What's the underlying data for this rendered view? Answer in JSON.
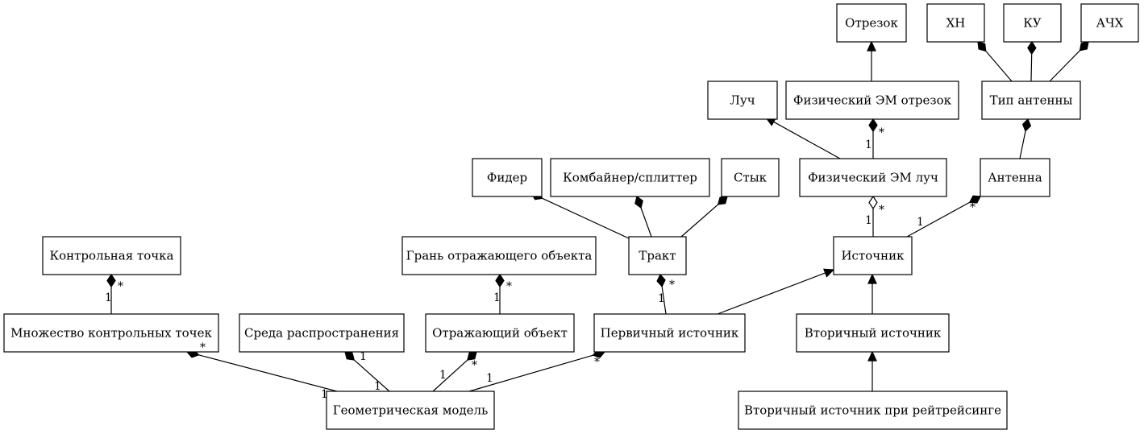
{
  "nodes": [
    {
      "id": "otrezok",
      "label": "Отрезок"
    },
    {
      "id": "xh",
      "label": "ХН"
    },
    {
      "id": "ku",
      "label": "КУ"
    },
    {
      "id": "ach",
      "label": "АЧХ"
    },
    {
      "id": "luch",
      "label": "Луч"
    },
    {
      "id": "fiz_otrezok",
      "label": "Физический ЭМ отрезок"
    },
    {
      "id": "tip_antenny",
      "label": "Тип антенны"
    },
    {
      "id": "fider",
      "label": "Фидер"
    },
    {
      "id": "kombainer",
      "label": "Комбайнер/сплиттер"
    },
    {
      "id": "styk",
      "label": "Стык"
    },
    {
      "id": "fiz_luch",
      "label": "Физический ЭМ луч"
    },
    {
      "id": "antenna",
      "label": "Антенна"
    },
    {
      "id": "kontr_tochka",
      "label": "Контрольная точка"
    },
    {
      "id": "gran",
      "label": "Грань отражающего объекта"
    },
    {
      "id": "trakt",
      "label": "Тракт"
    },
    {
      "id": "istochnik",
      "label": "Источник"
    },
    {
      "id": "mnozh_tochek",
      "label": "Множество контрольных точек"
    },
    {
      "id": "sreda",
      "label": "Среда распространения"
    },
    {
      "id": "otr_obekt",
      "label": "Отражающий объект"
    },
    {
      "id": "perv_istochnik",
      "label": "Первичный источник"
    },
    {
      "id": "vtor_istochnik",
      "label": "Вторичный источник"
    },
    {
      "id": "geom_model",
      "label": "Геометрическая модель"
    },
    {
      "id": "vtor_rt",
      "label": "Вторичный источник при рейтрейсинге"
    }
  ],
  "edges": [
    {
      "id": "e1",
      "from": "fiz_otrezok",
      "to": "otrezok",
      "type": "generalization"
    },
    {
      "id": "e2",
      "from": "tip_antenny",
      "to": "xh",
      "type": "composition"
    },
    {
      "id": "e3",
      "from": "tip_antenny",
      "to": "ku",
      "type": "composition"
    },
    {
      "id": "e4",
      "from": "tip_antenny",
      "to": "ach",
      "type": "composition"
    },
    {
      "id": "e5",
      "from": "fiz_luch",
      "to": "luch",
      "type": "generalization"
    },
    {
      "id": "e6",
      "from": "fiz_luch",
      "to": "fiz_otrezok",
      "type": "composition",
      "src_mult": "1",
      "dst_mult": "*"
    },
    {
      "id": "e7",
      "from": "antenna",
      "to": "tip_antenny",
      "type": "composition"
    },
    {
      "id": "e8",
      "from": "trakt",
      "to": "fider",
      "type": "composition"
    },
    {
      "id": "e9",
      "from": "trakt",
      "to": "kombainer",
      "type": "composition"
    },
    {
      "id": "e10",
      "from": "trakt",
      "to": "styk",
      "type": "composition"
    },
    {
      "id": "e11",
      "from": "istochnik",
      "to": "fiz_luch",
      "type": "aggregation",
      "src_mult": "1",
      "dst_mult": "*"
    },
    {
      "id": "e12",
      "from": "istochnik",
      "to": "antenna",
      "type": "composition",
      "src_mult": "1",
      "dst_mult": "*"
    },
    {
      "id": "e13",
      "from": "mnozh_tochek",
      "to": "kontr_tochka",
      "type": "composition",
      "src_mult": "1",
      "dst_mult": "*"
    },
    {
      "id": "e14",
      "from": "otr_obekt",
      "to": "gran",
      "type": "composition",
      "src_mult": "1",
      "dst_mult": "*"
    },
    {
      "id": "e15",
      "from": "perv_istochnik",
      "to": "trakt",
      "type": "composition",
      "src_mult": "1",
      "dst_mult": "*"
    },
    {
      "id": "e16",
      "from": "perv_istochnik",
      "to": "istochnik",
      "type": "generalization"
    },
    {
      "id": "e17",
      "from": "vtor_istochnik",
      "to": "istochnik",
      "type": "generalization"
    },
    {
      "id": "e18",
      "from": "vtor_rt",
      "to": "vtor_istochnik",
      "type": "generalization"
    },
    {
      "id": "e19",
      "from": "geom_model",
      "to": "mnozh_tochek",
      "type": "composition",
      "src_mult": "1",
      "dst_mult": "*"
    },
    {
      "id": "e20",
      "from": "geom_model",
      "to": "sreda",
      "type": "composition",
      "src_mult": "1",
      "dst_mult": "1"
    },
    {
      "id": "e21",
      "from": "geom_model",
      "to": "otr_obekt",
      "type": "composition",
      "src_mult": "1",
      "dst_mult": "*"
    },
    {
      "id": "e22",
      "from": "geom_model",
      "to": "perv_istochnik",
      "type": "composition",
      "src_mult": "1",
      "dst_mult": "*"
    }
  ]
}
